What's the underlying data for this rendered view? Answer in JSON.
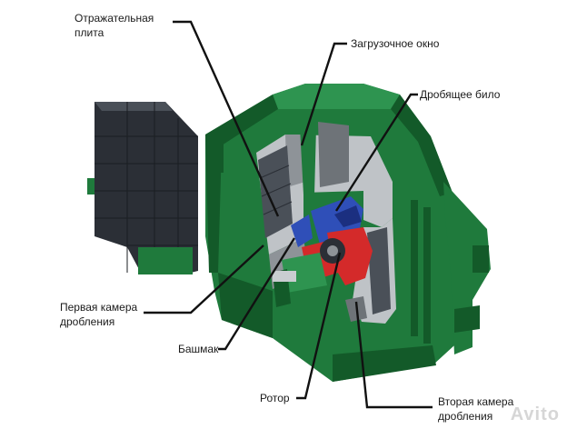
{
  "diagram": {
    "subject": "impact-crusher-cutaway",
    "colors": {
      "housing": "#1f7a3c",
      "housing_dark": "#135a29",
      "housing_light": "#2e9450",
      "plates": "#2b2f36",
      "plates_light": "#4a5058",
      "interior": "#bfc3c7",
      "interior_dark": "#8e9398",
      "blue": "#2f4fb8",
      "red": "#d42a2a",
      "leader": "#111111"
    },
    "labels": {
      "reflector": [
        "Отражательная",
        "плита"
      ],
      "feed_opening": "Загрузочное окно",
      "blow_bar": "Дробящее било",
      "chamber_one": [
        "Первая камера",
        "дробления"
      ],
      "shoe": "Башмак",
      "rotor": "Ротор",
      "chamber_two": [
        "Вторая камера",
        "дробления"
      ]
    },
    "watermark": "Avito"
  }
}
